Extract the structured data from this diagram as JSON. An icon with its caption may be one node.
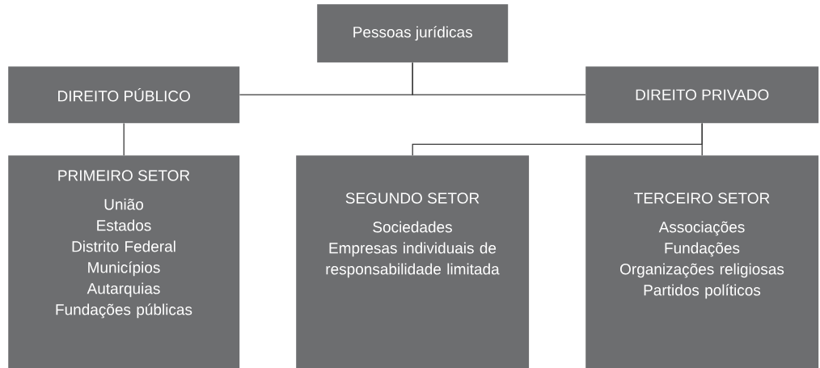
{
  "diagram": {
    "nodes": [
      {
        "text": [
          "Pessoas jurídicas"
        ]
      },
      {
        "text": [
          "DIREITO PÚBLICO"
        ]
      },
      {
        "text": [
          "DIREITO PRIVADO"
        ]
      },
      {
        "text": [
          "PRIMEIRO SETOR",
          "União",
          "Estados",
          "Distrito Federal",
          "Municípios",
          "Autarquias",
          "Fundações públicas"
        ]
      },
      {
        "text": [
          "SEGUNDO SETOR",
          "Sociedades",
          "Empresas individuais de responsabilidade limitada"
        ]
      },
      {
        "text": [
          "TERCEIRO SETOR",
          "Associações",
          "Fundações",
          "Organizações religiosas",
          "Partidos políticos"
        ]
      }
    ],
    "edges": [
      {
        "from": 0,
        "to": 1,
        "arrow": "none"
      },
      {
        "from": 0,
        "to": 2,
        "arrow": "none"
      },
      {
        "from": 1,
        "to": 3,
        "arrow": "none"
      },
      {
        "from": 2,
        "to": 4,
        "arrow": "none"
      },
      {
        "from": 2,
        "to": 5,
        "arrow": "none"
      }
    ]
  }
}
